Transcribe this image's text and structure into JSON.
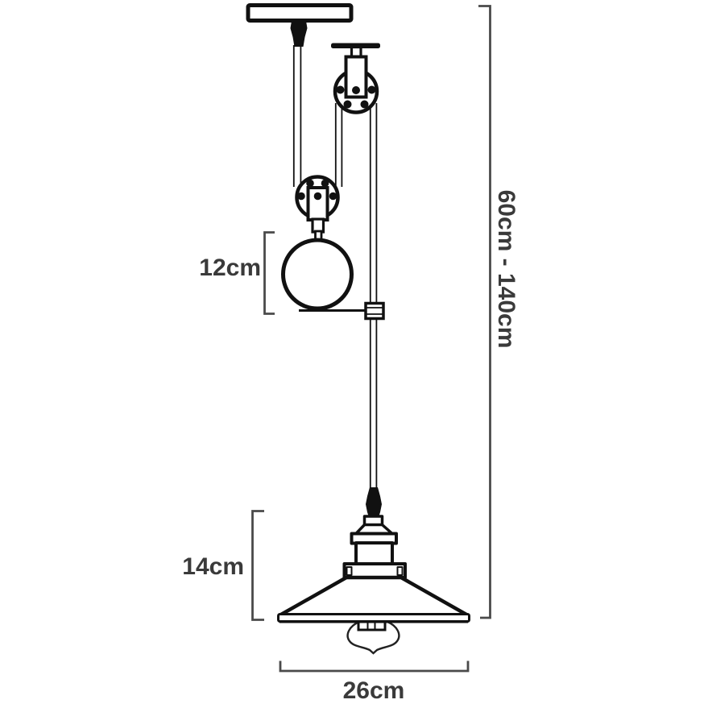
{
  "diagram": {
    "type": "technical-dimension-drawing",
    "subject": "pulley pendant ceiling lamp",
    "colors": {
      "background": "#ffffff",
      "drawing_line": "#111111",
      "dimension_line": "#4a4a4a",
      "label_text": "#3a3a3a"
    }
  },
  "dimensions": {
    "ball_diameter": {
      "label": "12cm"
    },
    "lamp_height": {
      "label": "14cm"
    },
    "shade_diameter": {
      "label": "26cm"
    },
    "drop_range": {
      "label": "60cm - 140cm"
    }
  }
}
